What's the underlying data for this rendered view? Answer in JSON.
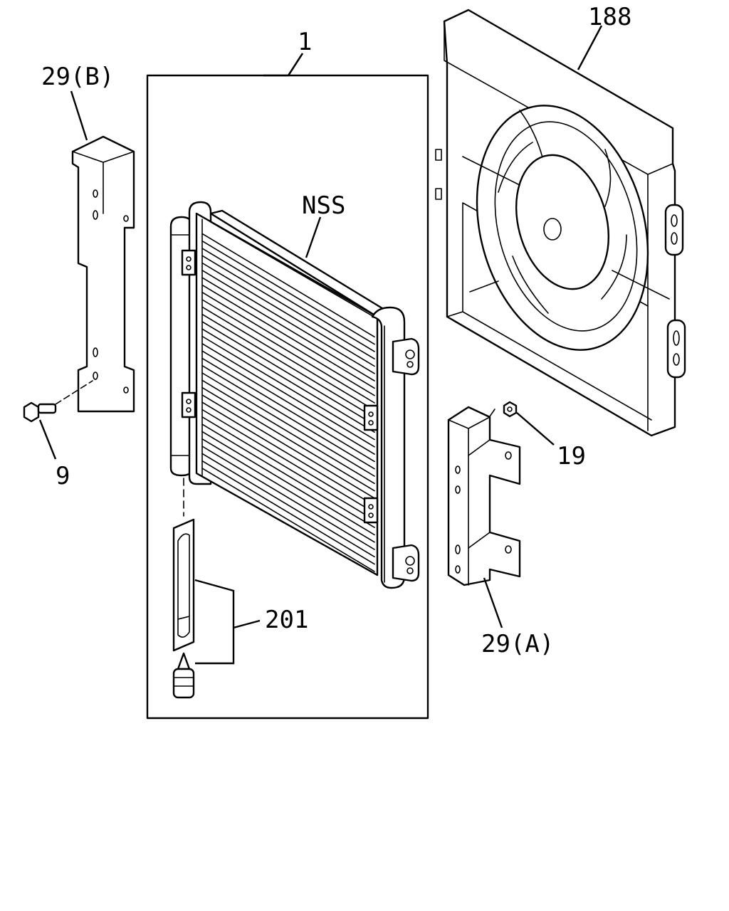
{
  "labels": {
    "condenser_assembly": "1",
    "fan_shroud": "188",
    "bracket_b": "29(B)",
    "bracket_a": "29(A)",
    "not_serviced": "NSS",
    "bolt": "9",
    "nut": "19",
    "receiver_drier": "201"
  }
}
